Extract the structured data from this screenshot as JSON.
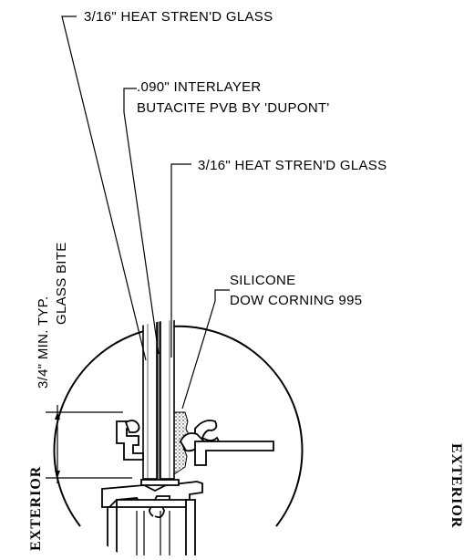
{
  "labels": {
    "outer_glass": "3/16\" HEAT STREN'D GLASS",
    "interlayer_line1": ".090\" INTERLAYER",
    "interlayer_line2": "BUTACITE PVB BY 'DUPONT'",
    "inner_glass": "3/16\" HEAT STREN'D GLASS",
    "silicone_line1": "SILICONE",
    "silicone_line2": "DOW CORNING 995",
    "bite_dimension": "3/4\" MIN. TYP.",
    "bite_caption": "GLASS BITE",
    "exterior_left": "EXTERIOR",
    "exterior_right_partial": "EXTERIOR"
  },
  "colors": {
    "line": "#000000",
    "background": "#ffffff"
  }
}
